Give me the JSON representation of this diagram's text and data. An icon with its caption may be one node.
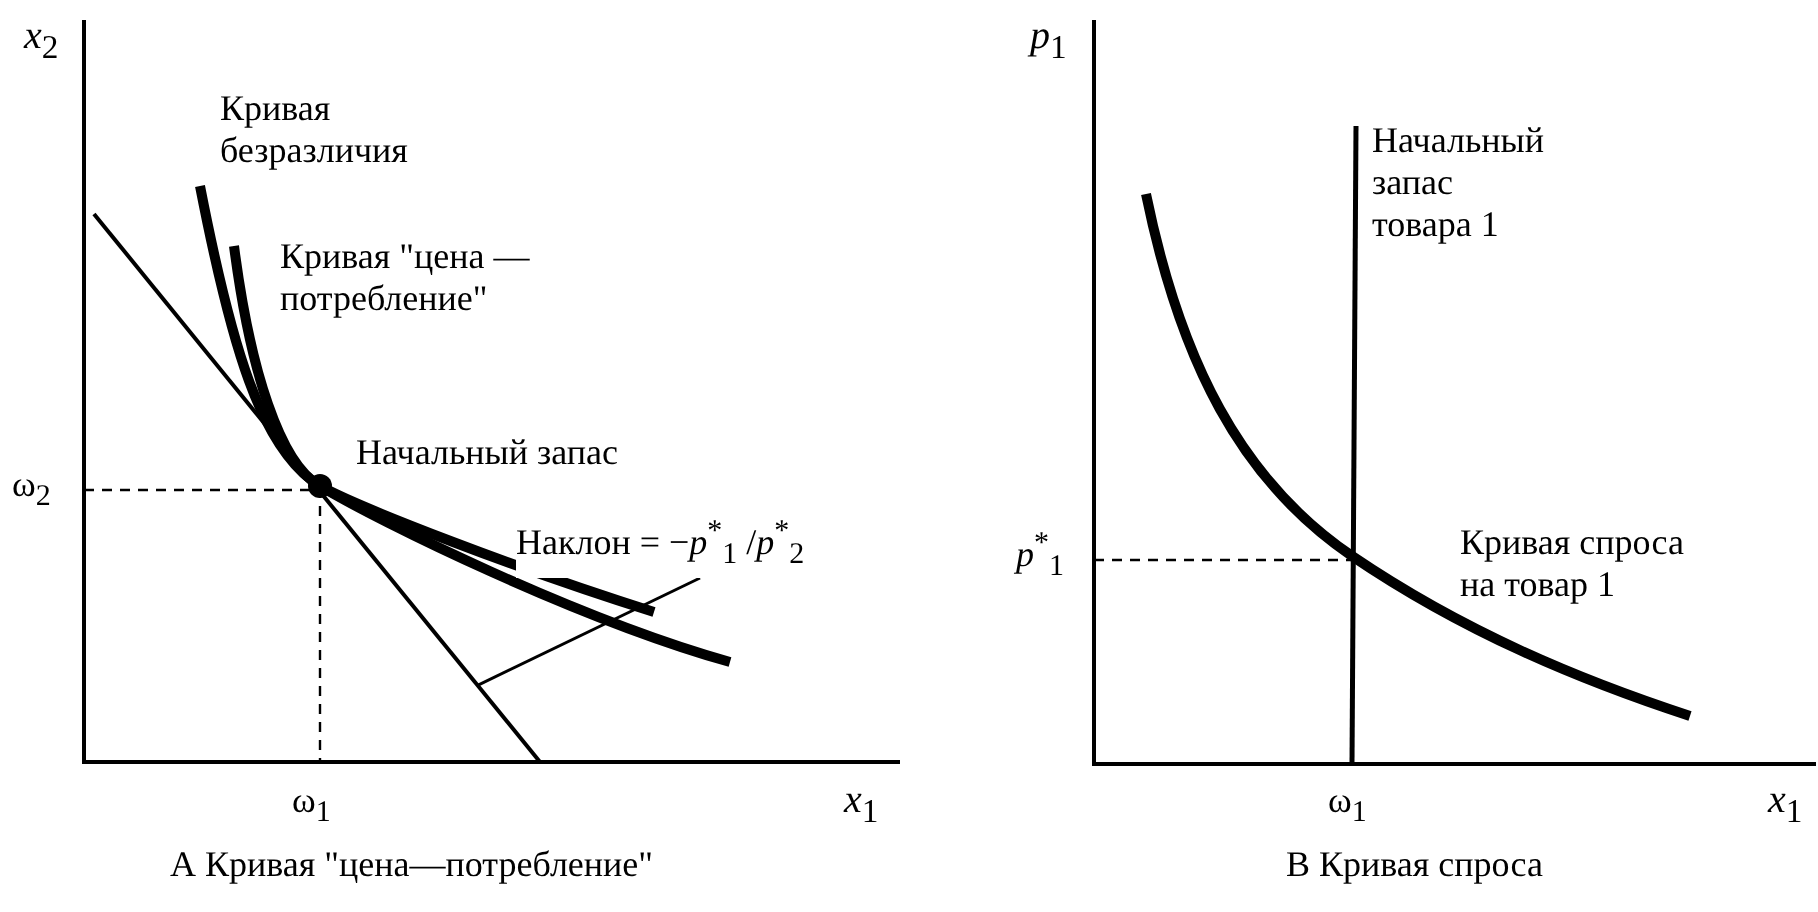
{
  "diagram": {
    "nodes": [
      {
        "text": [
          "Наклон = −*p*$^{*}$$_{1}$ /*p*$^{*}$$_{2}$"
        ]
      },
      {
        "text": [],
        "shape": "line"
      }
    ],
    "edges": [
      {
        "from": 0,
        "to": 1,
        "arrow": "none"
      }
    ],
    "labels": [
      "*x*$_{2}$",
      "Кривая безразличия",
      "Кривая \"цена — потребление\"",
      "Начальный запас",
      "ω$_{2}$",
      "ω$_{1}$",
      "*x*$_{1}$",
      "А  Кривая \"цена—потребление\"",
      "*p*$_{1}$",
      "Начальный запас товара 1",
      "*p*$^{*}$$_{1}$",
      "Кривая спроса на товар 1",
      "ω$_{1}$",
      "*x*$_{1}$",
      "В  Кривая спроса"
    ]
  }
}
